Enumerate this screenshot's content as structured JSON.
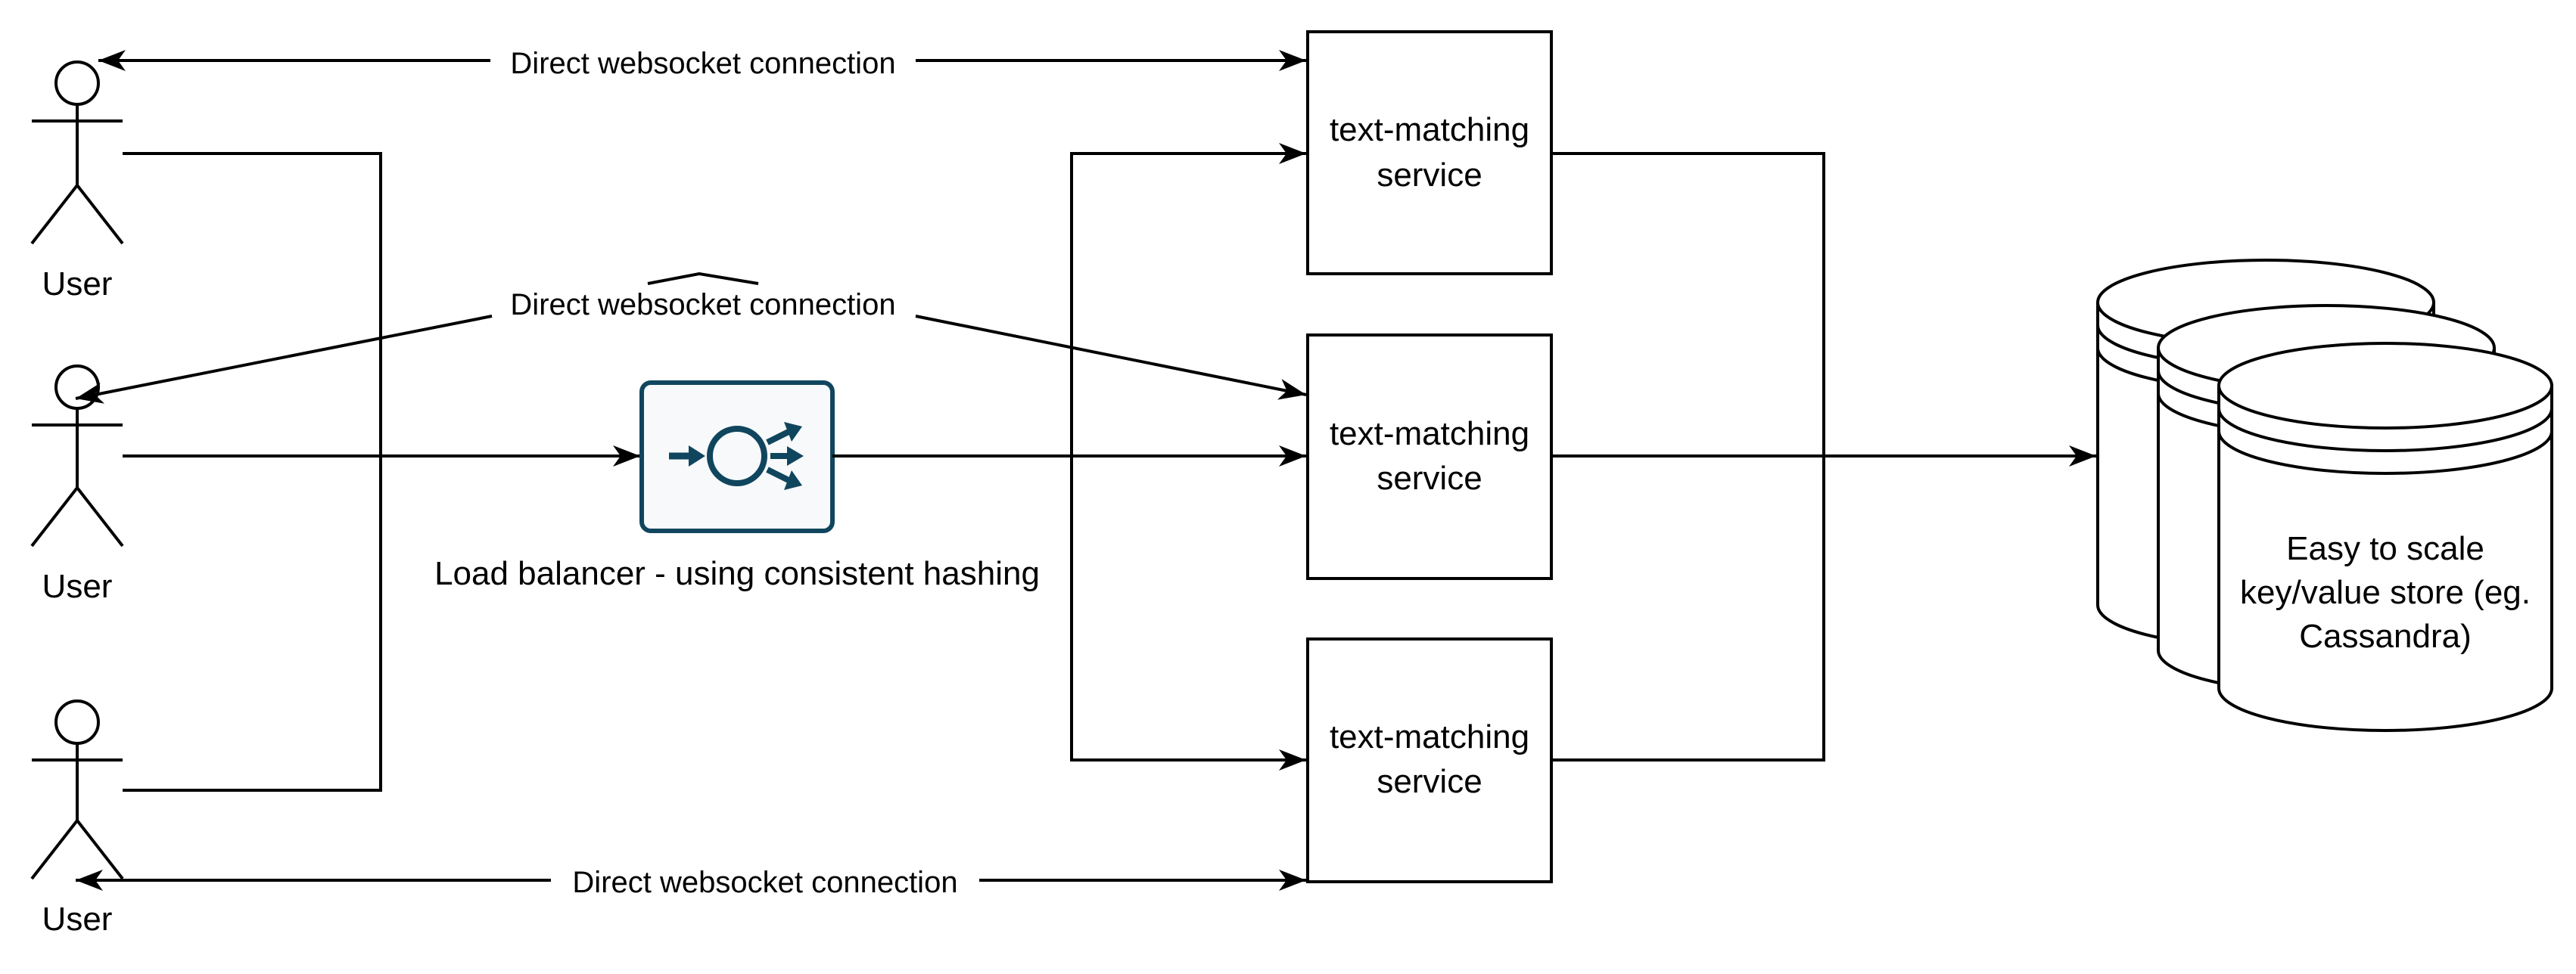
{
  "users": [
    {
      "label": "User"
    },
    {
      "label": "User"
    },
    {
      "label": "User"
    }
  ],
  "load_balancer": {
    "label": "Load balancer - using consistent hashing",
    "icon": "load-balancer-icon",
    "color": "#10455E"
  },
  "services": [
    {
      "line1": "text-matching",
      "line2": "service"
    },
    {
      "line1": "text-matching",
      "line2": "service"
    },
    {
      "line1": "text-matching",
      "line2": "service"
    }
  ],
  "datastore": {
    "line1": "Easy to scale",
    "line2": "key/value store (eg.",
    "line3": "Cassandra)"
  },
  "connections": [
    {
      "label": "Direct websocket connection"
    },
    {
      "label": "Direct websocket connection"
    },
    {
      "label": "Direct websocket connection"
    }
  ]
}
